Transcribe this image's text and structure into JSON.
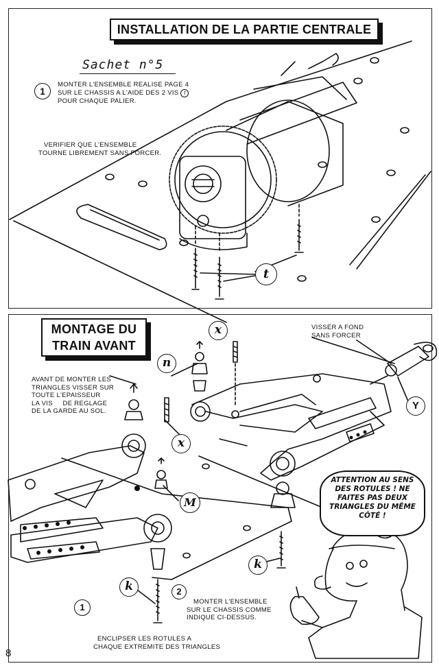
{
  "top": {
    "title": "INSTALLATION DE LA PARTIE CENTRALE",
    "sachet": "Sachet n°5",
    "step1_number": "1",
    "step1_text": [
      "MONTER L'ENSEMBLE REALISE PAGE 4",
      "SUR LE CHASSIS A L'AIDE DES 2 VIS",
      "POUR CHAQUE PALIER."
    ],
    "step1_ref": "t",
    "verify_text": [
      "VERIFIER QUE L'ENSEMBLE",
      "TOURNE LIBREMENT SANS FORCER."
    ],
    "part_label": "t"
  },
  "bottom": {
    "title": [
      "MONTAGE DU",
      "TRAIN AVANT"
    ],
    "avant_text": [
      "AVANT DE MONTER LES",
      "TRIANGLES VISSER SUR",
      "TOUTE L'EPAISSEUR",
      "LA VIS     DE REGLAGE",
      "DE LA GARDE AU SOL."
    ],
    "visser_text": [
      "VISSER A FOND",
      "SANS FORCER"
    ],
    "labels": {
      "x_top": "x",
      "n": "n",
      "x_mid": "x",
      "y": "Y",
      "m": "M",
      "k_right": "k",
      "k_left": "k"
    },
    "step2_number": "2",
    "step2_text": [
      "MONTER L'ENSEMBLE",
      "SUR LE CHASSIS COMME",
      "INDIQUE CI-DESSUS."
    ],
    "step1_number": "1",
    "step1_text": [
      "ENCLIPSER LES ROTULES A",
      "CHAQUE EXTREMITE DES TRIANGLES"
    ],
    "bubble": [
      "ATTENTION AU SENS",
      "DES ROTULES ! NE",
      "FAITES PAS DEUX",
      "TRIANGLES DU MÊME",
      "CÔTÉ !"
    ]
  },
  "page_number": "8"
}
